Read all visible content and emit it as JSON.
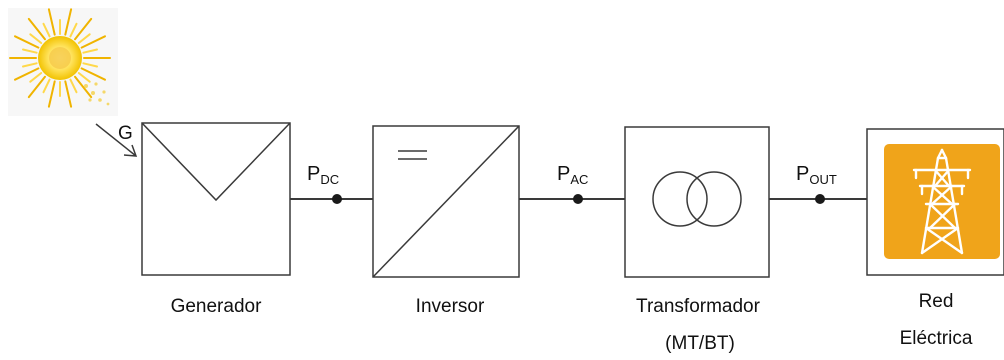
{
  "irradiance_label": "G",
  "blocks": {
    "generator": "Generador",
    "inverter": "Inversor",
    "transformer": "Transformador",
    "transformer_sub": "(MT/BT)",
    "grid_line1": "Red",
    "grid_line2": "Eléctrica"
  },
  "nodes": {
    "dc": {
      "letter": "P",
      "sub": "DC"
    },
    "ac": {
      "letter": "P",
      "sub": "AC"
    },
    "out": {
      "letter": "P",
      "sub": "OUT"
    }
  },
  "icons": {
    "sun": "sun-icon",
    "pylon": "power-pylon-icon",
    "transformer": "transformer-coils-icon",
    "inverter_dc": "dc-symbol-icon"
  },
  "colors": {
    "line": "#3a3a3a",
    "sun_core": "#f2c200",
    "sun_ray": "#f0b400",
    "sun_glow": "#ffe25a",
    "grid_tile": "#f0a41a"
  }
}
